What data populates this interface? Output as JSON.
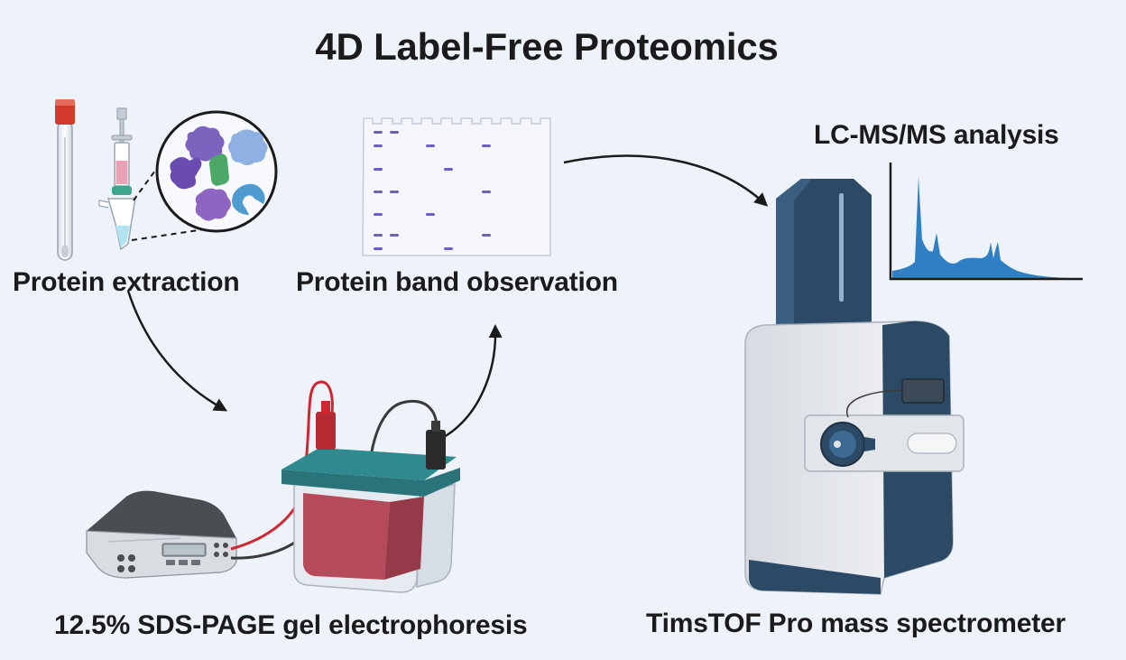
{
  "title": "4D Label-Free Proteomics",
  "labels": {
    "protein_extraction": "Protein extraction",
    "protein_band_observation": "Protein band observation",
    "lcms_analysis": "LC-MS/MS analysis",
    "sds_page": "12.5% SDS-PAGE gel electrophoresis",
    "timstof": "TimsTOF Pro mass spectrometer"
  },
  "colors": {
    "background": "#eef2f9",
    "text": "#1b1b1b",
    "band": "#6b5fc7",
    "spectrum": "#2f7fc4",
    "lid_teal": "#2f8a8f",
    "gel_red": "#b44a5a",
    "wire_red": "#d0262f",
    "instrument_navy": "#2c4a66"
  },
  "icons": [
    "sample-tube-icon",
    "syringe-icon",
    "protein-molecules-icon",
    "gel-image-icon",
    "mass-spectrum-icon",
    "mass-spectrometer-icon",
    "power-supply-icon",
    "electrophoresis-tank-icon"
  ]
}
